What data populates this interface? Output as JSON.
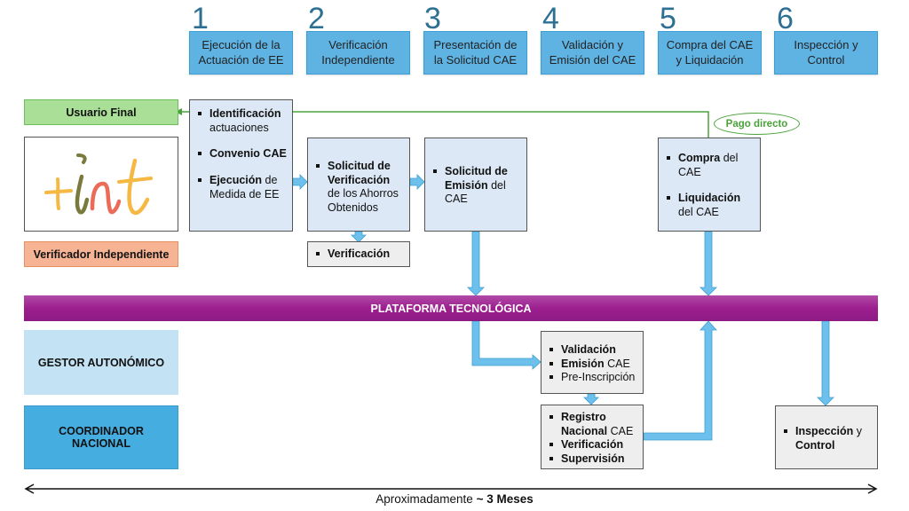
{
  "steps": [
    {
      "number": "1",
      "label_1": "Ejecución de la",
      "label_2": "Actuación de EE"
    },
    {
      "number": "2",
      "label_1": "Verificación",
      "label_2": "Independiente"
    },
    {
      "number": "3",
      "label_1": "Presentación de",
      "label_2": "la Solicitud CAE"
    },
    {
      "number": "4",
      "label_1": "Validación y",
      "label_2": "Emisión del CAE"
    },
    {
      "number": "5",
      "label_1": "Compra del CAE",
      "label_2": "y Liquidación"
    },
    {
      "number": "6",
      "label_1": "Inspección y",
      "label_2": "Control"
    }
  ],
  "actors": {
    "usuario_final": "Usuario Final",
    "verificador": "Verificador Independiente",
    "gestor": "GESTOR AUTONÓMICO",
    "coordinador_1": "COORDINADOR",
    "coordinador_2": "NACIONAL"
  },
  "logo": {
    "text": "+int"
  },
  "platform": {
    "label": "PLATAFORMA TECNOLÓGICA"
  },
  "pago_directo": "Pago directo",
  "boxes": {
    "step1": [
      {
        "bold": "Identificación",
        "rest": "actuaciones"
      },
      {
        "bold": "Convenio CAE",
        "rest": ""
      },
      {
        "bold": "Ejecución",
        "rest": "de Medida de EE"
      }
    ],
    "step2": {
      "bold": "Solicitud de Verificación",
      "rest": "de los Ahorros Obtenidos"
    },
    "verificacion": {
      "bold": "Verificación"
    },
    "step3": {
      "bold": "Solicitud de Emisión",
      "rest": "del CAE"
    },
    "step5": [
      {
        "bold": "Compra",
        "rest": "del CAE"
      },
      {
        "bold": "Liquidación",
        "rest": "del CAE"
      }
    ],
    "gestor_box": [
      {
        "bold": "Validación",
        "rest": ""
      },
      {
        "bold": "Emisión",
        "rest": "CAE"
      },
      {
        "bold": "",
        "rest": "Pre-Inscripción"
      }
    ],
    "coord_box": [
      {
        "bold": "Registro Nacional",
        "rest": "CAE"
      },
      {
        "bold": "Verificación",
        "rest": ""
      },
      {
        "bold": "Supervisión",
        "rest": ""
      }
    ],
    "inspeccion": {
      "bold": "Inspección",
      "rest": "y",
      "bold2": "Control"
    }
  },
  "timeline": {
    "prefix": "Aproximadamente",
    "emphasis": "~ 3 Meses"
  },
  "colors": {
    "step_box": "#5fb3e3",
    "step_number": "#2e6f94",
    "process_box": "#dce8f5",
    "grey_box": "#eeeeee",
    "platform": "#9c1f8f",
    "usuario_final": "#a9df96",
    "verificador": "#f6b494",
    "gestor": "#c3e3f4",
    "coordinador": "#45ade0",
    "green_line": "#4aa33a",
    "arrow": "#6ec0ec"
  }
}
